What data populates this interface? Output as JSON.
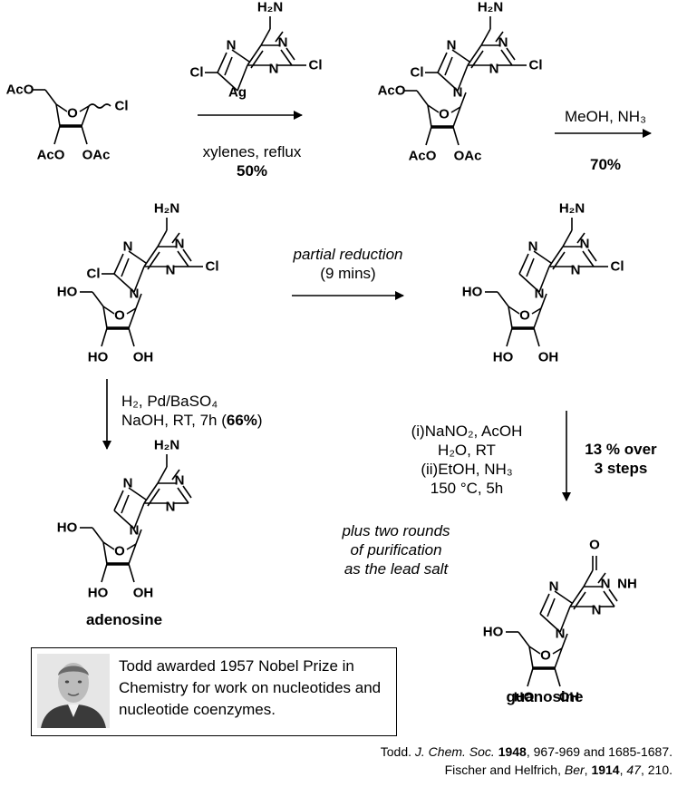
{
  "mol": {
    "nh2": "H₂N",
    "n": "N",
    "cl": "Cl",
    "ag": "Ag",
    "ac_o": "AcO",
    "o_ac": "OAc",
    "ho": "HO",
    "oh": "OH",
    "o": "O",
    "nh": "NH"
  },
  "conditions": {
    "step1_line1": "xylenes, reflux",
    "step1_yield": "50%",
    "step2_line1": "MeOH, NH₃",
    "step2_yield": "70%",
    "reduction_line1": "partial reduction",
    "reduction_line2": "(9 mins)",
    "hydrog_line1": "H₂, Pd/BaSO₄",
    "hydrog_line2_pre": "NaOH, RT, 7h (",
    "hydrog_yield": "66%",
    "hydrog_line2_post": ")",
    "diaz_line1": "(i)NaNO₂, AcOH",
    "diaz_line2": "H₂O, RT",
    "diaz_line3": "(ii)EtOH, NH₃",
    "diaz_line4": "150 °C, 5h",
    "overall_line1": "13 % over",
    "overall_line2": "3 steps",
    "purif_line1": "plus two rounds",
    "purif_line2": "of purification",
    "purif_line3": "as the lead salt"
  },
  "products": {
    "adenosine": "adenosine",
    "guanosine": "guanosine"
  },
  "note": {
    "text": "Todd awarded 1957 Nobel Prize in Chemistry for work on nucleotides and nucleotide coenzymes."
  },
  "references": {
    "ref1_author": "Todd. ",
    "ref1_journal": "J. Chem. Soc.",
    "ref1_year": "1948",
    "ref1_pages": ", 967-969 and 1685-1687.",
    "ref2_author": "Fischer and Helfrich, ",
    "ref2_journal": "Ber",
    "ref2_year": "1914",
    "ref2_vol": "47",
    "ref2_pages": ", 210."
  }
}
